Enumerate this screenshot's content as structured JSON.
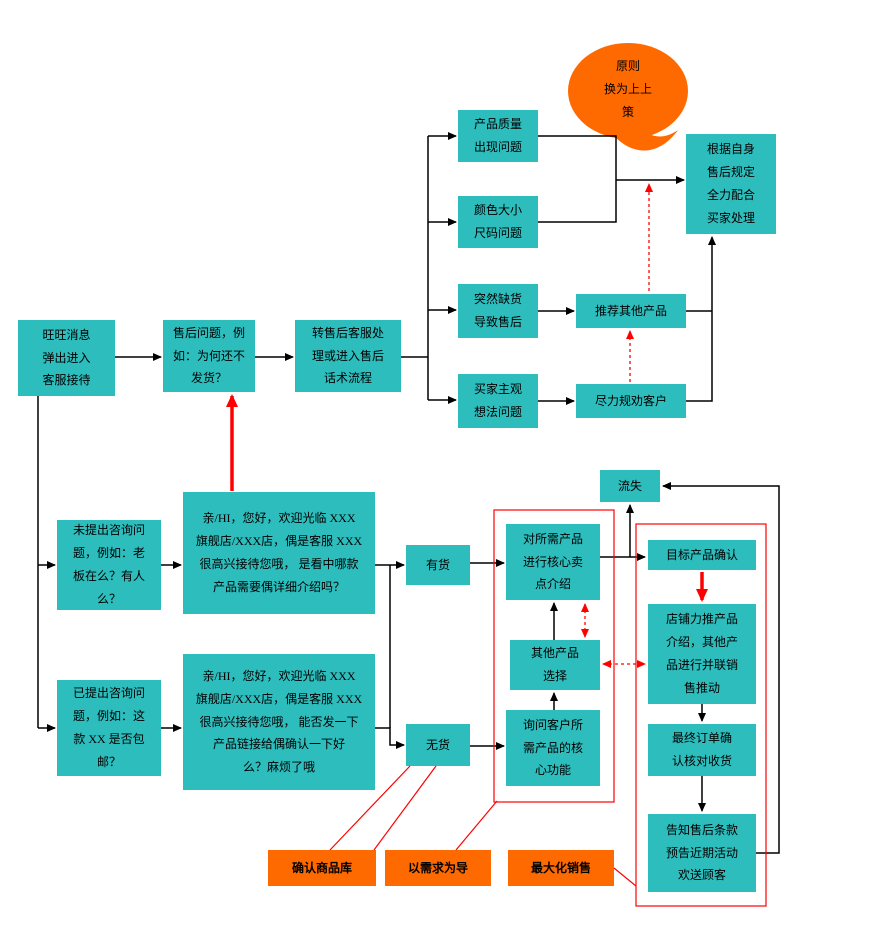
{
  "colors": {
    "node_fill": "#2EBDBD",
    "accent_orange": "#FF6A00",
    "connector_black": "#000000",
    "highlight_red": "#FF0000",
    "background": "#FFFFFF"
  },
  "bubble": {
    "label": "原则\n换为上上\n策"
  },
  "nodes": {
    "wangwang": {
      "label": "旺旺消息\n弹出进入\n客服接待"
    },
    "aftersale_question": {
      "label": "售后问题，例\n如：为何还不\n发货？"
    },
    "transfer": {
      "label": "转售后客服处\n理或进入售后\n话术流程"
    },
    "quality": {
      "label": "产品质量\n出现问题"
    },
    "color_size": {
      "label": "颜色大小\n尺码问题"
    },
    "policy": {
      "label": "根据自身\n售后规定\n全力配合\n买家处理"
    },
    "out_of_stock": {
      "label": "突然缺货\n导致售后"
    },
    "recommend": {
      "label": "推荐其他产品"
    },
    "subjective": {
      "label": "买家主观\n想法问题"
    },
    "persuade": {
      "label": "尽力规劝客户"
    },
    "no_question": {
      "label": "未提出咨询问\n题，例如：老\n板在么？有人\n么？"
    },
    "greet1": {
      "label": "亲/HI，您好，欢迎光临 XXX\n旗舰店/XXX店，偶是客服 XXX\n很高兴接待您哦， 是看中哪款\n产品需要偶详细介绍吗？"
    },
    "has_question": {
      "label": "已提出咨询问\n题，例如：这\n款 XX 是否包\n邮？"
    },
    "greet2": {
      "label": "亲/HI，您好，欢迎光临 XXX\n旗舰店/XXX店，偶是客服 XXX\n很高兴接待您哦， 能否发一下\n产品链接给偶确认一下好\n么？麻烦了哦"
    },
    "in_stock": {
      "label": "有货"
    },
    "no_stock": {
      "label": "无货"
    },
    "core_points": {
      "label": "对所需产品\n进行核心卖\n点介绍"
    },
    "other_choice": {
      "label": "其他产品\n选择"
    },
    "ask_needs": {
      "label": "询问客户所\n需产品的核\n心功能"
    },
    "loss": {
      "label": "流失"
    },
    "target_confirm": {
      "label": "目标产品确认"
    },
    "push": {
      "label": "店铺力推产品\n介绍，其他产\n品进行并联销\n售推动"
    },
    "final_order": {
      "label": "最终订单确\n认核对收货"
    },
    "farewell": {
      "label": "告知售后条款\n预告近期活动\n欢送顾客"
    }
  },
  "labels": {
    "confirm_inventory": "确认商品库",
    "demand_oriented": "以需求为导",
    "maximize_sales": "最大化销售"
  }
}
